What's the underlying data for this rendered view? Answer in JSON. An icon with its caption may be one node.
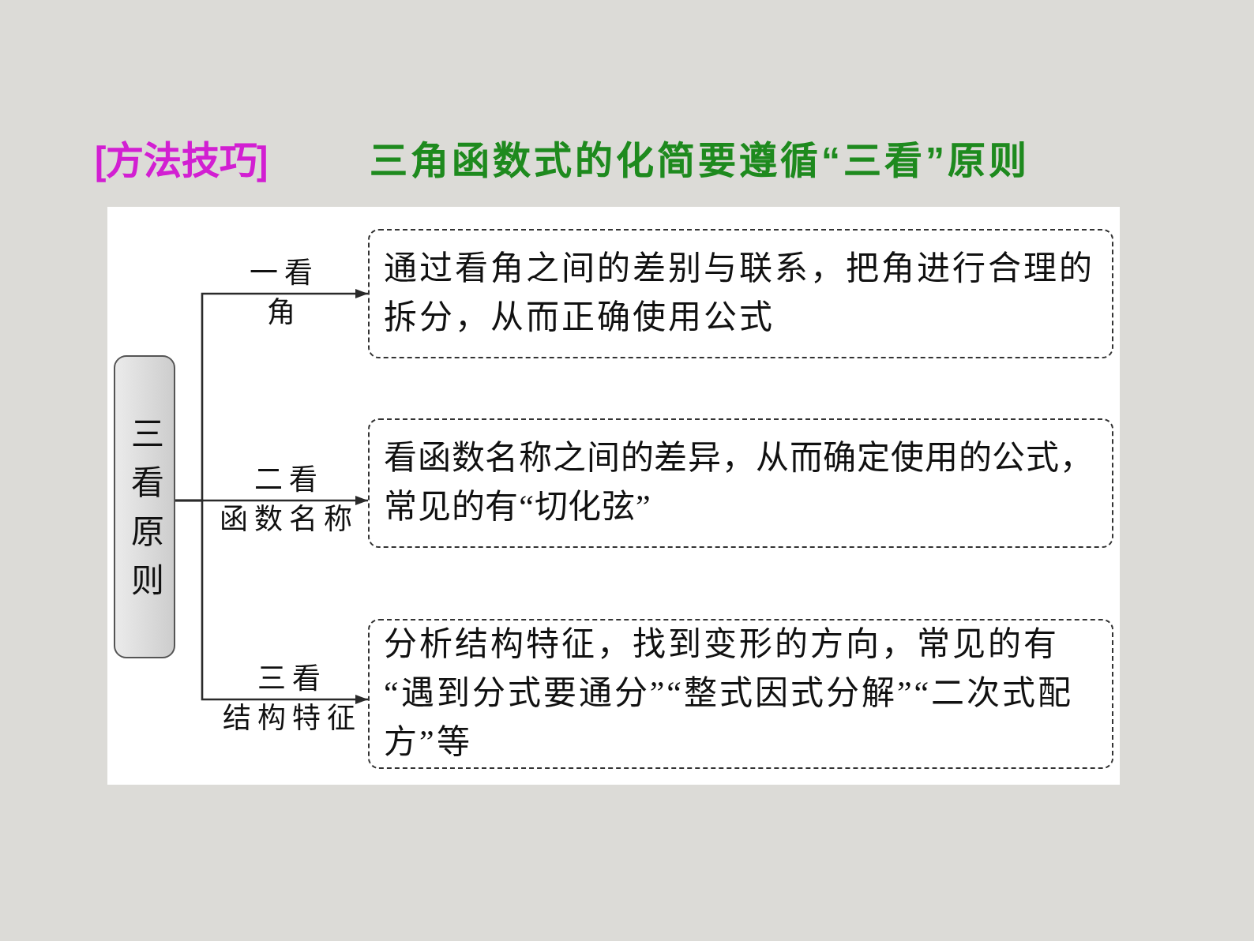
{
  "diagram": {
    "title": "三角函数式的化简要遵循“三看”原则",
    "nodes": [
      {
        "text": [
          "三看原则"
        ]
      },
      {
        "text": [
          "通过看角之间的差别与联系，把角进行合理的拆分，从而正确使用公式"
        ]
      },
      {
        "text": [
          "看函数名称之间的差异，从而确定使用的公式，常见的有“切化弦”"
        ]
      },
      {
        "text": [
          "分析结构特征，找到变形的方向，常见的有“遇到分式要通分”“整式因式分解”“二次式配方”等"
        ]
      }
    ],
    "edges": [
      {
        "from": 0,
        "to": 1,
        "arrow": "to",
        "label": "一看角"
      },
      {
        "from": 0,
        "to": 2,
        "arrow": "to",
        "label": "二看函数名称"
      },
      {
        "from": 0,
        "to": 3,
        "arrow": "to",
        "label": "三看结构特征"
      }
    ],
    "labels": [
      "[方法技巧]"
    ]
  }
}
